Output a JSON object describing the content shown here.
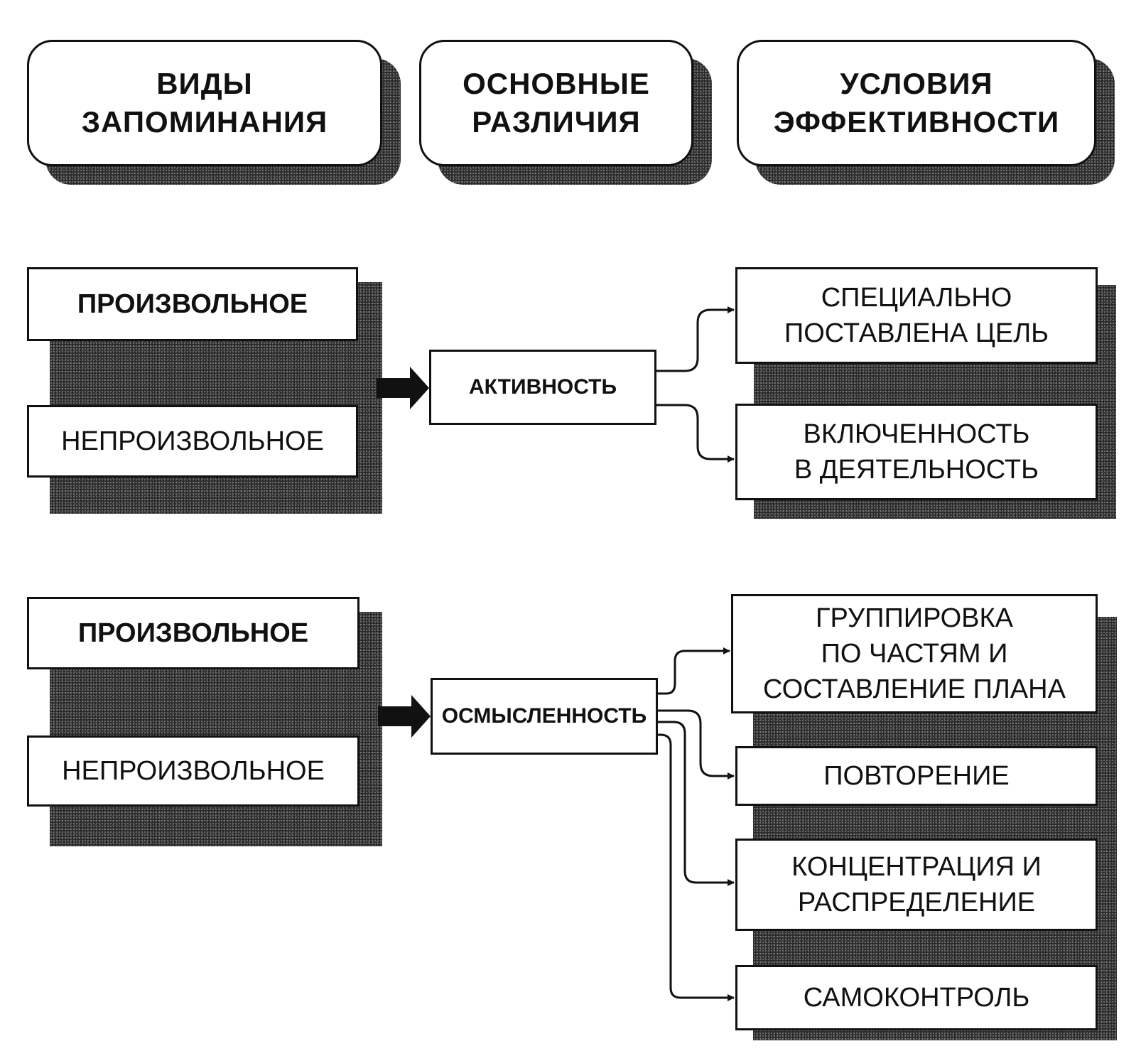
{
  "headers": {
    "types": "ВИДЫ\nЗАПОМИНАНИЯ",
    "differences": "ОСНОВНЫЕ\nРАЗЛИЧИЯ",
    "conditions": "УСЛОВИЯ\nЭФФЕКТИВНОСТИ"
  },
  "group1": {
    "voluntary": "ПРОИЗВОЛЬНОЕ",
    "involuntary": "НЕПРОИЗВОЛЬНОЕ",
    "difference": "АКТИВНОСТЬ",
    "conditions": [
      "СПЕЦИАЛЬНО\nПОСТАВЛЕНА ЦЕЛЬ",
      "ВКЛЮЧЕННОСТЬ\nВ ДЕЯТЕЛЬНОСТЬ"
    ]
  },
  "group2": {
    "voluntary": "ПРОИЗВОЛЬНОЕ",
    "involuntary": "НЕПРОИЗВОЛЬНОЕ",
    "difference": "ОСМЫСЛЕННОСТЬ",
    "conditions": [
      "ГРУППИРОВКА\nПО ЧАСТЯМ И\nСОСТАВЛЕНИЕ ПЛАНА",
      "ПОВТОРЕНИЕ",
      "КОНЦЕНТРАЦИЯ И\nРАСПРЕДЕЛЕНИЕ",
      "САМОКОНТРОЛЬ"
    ]
  }
}
